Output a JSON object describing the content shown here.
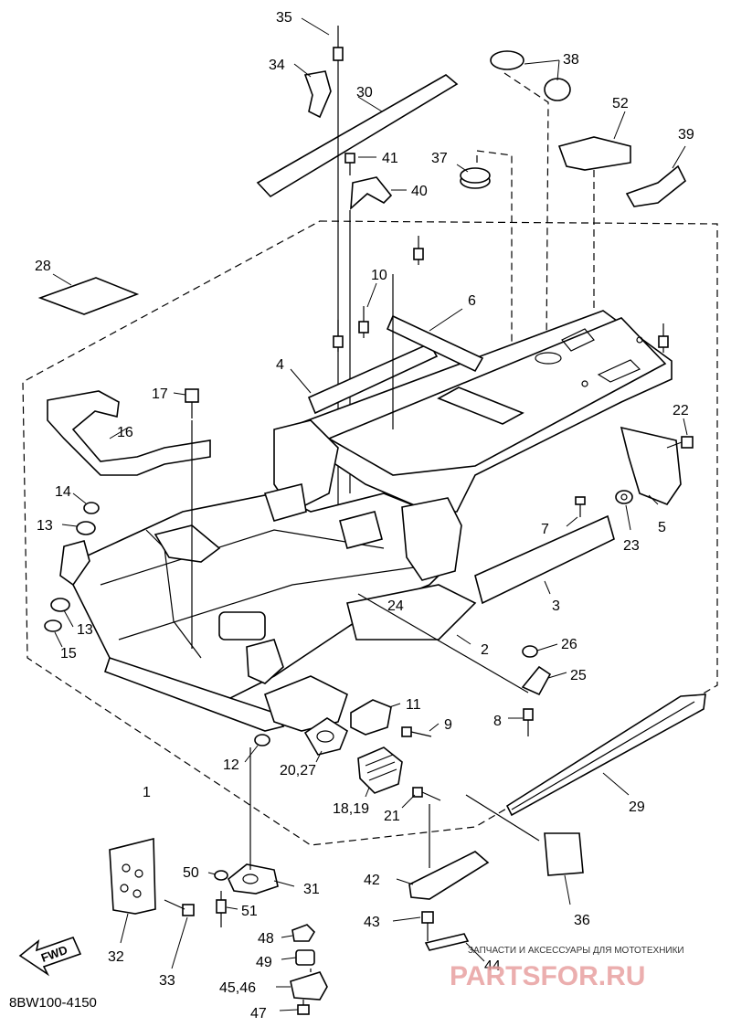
{
  "callouts": [
    {
      "id": "c1",
      "text": "1"
    },
    {
      "id": "c2",
      "text": "2"
    },
    {
      "id": "c3",
      "text": "3"
    },
    {
      "id": "c4",
      "text": "4"
    },
    {
      "id": "c5",
      "text": "5"
    },
    {
      "id": "c6",
      "text": "6"
    },
    {
      "id": "c7",
      "text": "7"
    },
    {
      "id": "c8",
      "text": "8"
    },
    {
      "id": "c9",
      "text": "9"
    },
    {
      "id": "c10",
      "text": "10"
    },
    {
      "id": "c11",
      "text": "11"
    },
    {
      "id": "c12",
      "text": "12"
    },
    {
      "id": "c13a",
      "text": "13"
    },
    {
      "id": "c13b",
      "text": "13"
    },
    {
      "id": "c14",
      "text": "14"
    },
    {
      "id": "c15",
      "text": "15"
    },
    {
      "id": "c16",
      "text": "16"
    },
    {
      "id": "c17",
      "text": "17"
    },
    {
      "id": "c18",
      "text": "18,19"
    },
    {
      "id": "c20",
      "text": "20,27"
    },
    {
      "id": "c21",
      "text": "21"
    },
    {
      "id": "c22",
      "text": "22"
    },
    {
      "id": "c23",
      "text": "23"
    },
    {
      "id": "c24",
      "text": "24"
    },
    {
      "id": "c25",
      "text": "25"
    },
    {
      "id": "c26",
      "text": "26"
    },
    {
      "id": "c28",
      "text": "28"
    },
    {
      "id": "c29",
      "text": "29"
    },
    {
      "id": "c30",
      "text": "30"
    },
    {
      "id": "c31",
      "text": "31"
    },
    {
      "id": "c32",
      "text": "32"
    },
    {
      "id": "c33",
      "text": "33"
    },
    {
      "id": "c34",
      "text": "34"
    },
    {
      "id": "c35",
      "text": "35"
    },
    {
      "id": "c36",
      "text": "36"
    },
    {
      "id": "c37",
      "text": "37"
    },
    {
      "id": "c38",
      "text": "38"
    },
    {
      "id": "c39",
      "text": "39"
    },
    {
      "id": "c40",
      "text": "40"
    },
    {
      "id": "c41",
      "text": "41"
    },
    {
      "id": "c42",
      "text": "42"
    },
    {
      "id": "c43",
      "text": "43"
    },
    {
      "id": "c44",
      "text": "44"
    },
    {
      "id": "c45",
      "text": "45,46"
    },
    {
      "id": "c47",
      "text": "47"
    },
    {
      "id": "c48",
      "text": "48"
    },
    {
      "id": "c49",
      "text": "49"
    },
    {
      "id": "c50",
      "text": "50"
    },
    {
      "id": "c51",
      "text": "51"
    },
    {
      "id": "c52",
      "text": "52"
    }
  ],
  "diagram_code": "8BW100-4150",
  "fwd_label": "FWD",
  "watermark": {
    "caption": "ЗАПЧАСТИ И АКСЕССУАРЫ ДЛЯ МОТОТЕХНИКИ",
    "brand": "PARTSFOR.RU"
  },
  "colors": {
    "line": "#000000",
    "background": "#ffffff",
    "watermark": "#e8a0a0"
  }
}
